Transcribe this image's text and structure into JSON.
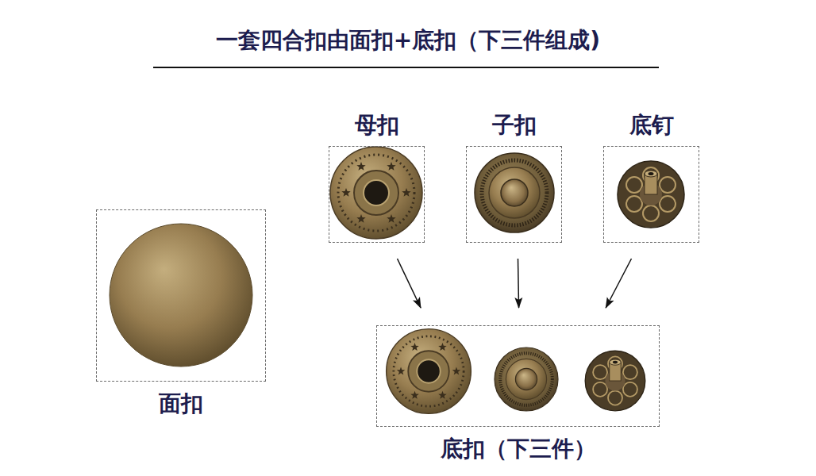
{
  "diagram": {
    "title": "一套四合扣由面扣+底扣（下三件组成)",
    "nodes": [
      {
        "text": [
          "母扣"
        ]
      },
      {
        "text": [
          "子扣"
        ]
      },
      {
        "text": [
          "底钉"
        ]
      },
      {
        "text": [
          "面扣"
        ]
      },
      {
        "text": [
          "底扣（下三件）"
        ]
      }
    ],
    "edges": [
      {
        "from": 0,
        "to": 4,
        "arrow": "to"
      },
      {
        "from": 1,
        "to": 4,
        "arrow": "to"
      },
      {
        "from": 2,
        "to": 4,
        "arrow": "to"
      }
    ]
  }
}
